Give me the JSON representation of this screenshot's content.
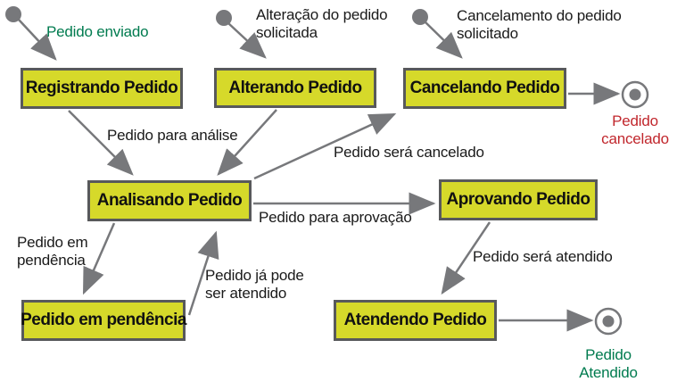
{
  "colors": {
    "state_fill": "#d6d92a",
    "state_border": "#58595b",
    "arrow_gray": "#77787b",
    "event_green": "#007b4f",
    "final_red": "#c1272d",
    "text_black": "#1a1a1a"
  },
  "states": {
    "registrando": "Registrando Pedido",
    "alterando": "Alterando Pedido",
    "cancelando": "Cancelando Pedido",
    "analisando": "Analisando Pedido",
    "aprovando": "Aprovando Pedido",
    "pendencia": "Pedido em pendência",
    "atendendo": "Atendendo Pedido"
  },
  "events": {
    "pedido_enviado": "Pedido enviado",
    "alteracao_line1": "Alteração do pedido",
    "alteracao_line2": "solicitada",
    "cancelamento_line1": "Cancelamento do pedido",
    "cancelamento_line2": "solicitado"
  },
  "transitions": {
    "para_analise": "Pedido para análise",
    "sera_cancelado": "Pedido será cancelado",
    "para_aprovacao": "Pedido para aprovação",
    "em_pendencia_line1": "Pedido em",
    "em_pendencia_line2": "pendência",
    "ja_pode_line1": "Pedido já pode",
    "ja_pode_line2": "ser atendido",
    "sera_atendido": "Pedido será atendido"
  },
  "final_states": {
    "cancelado_line1": "Pedido",
    "cancelado_line2": "cancelado",
    "atendido_line1": "Pedido",
    "atendido_line2": "Atendido"
  }
}
